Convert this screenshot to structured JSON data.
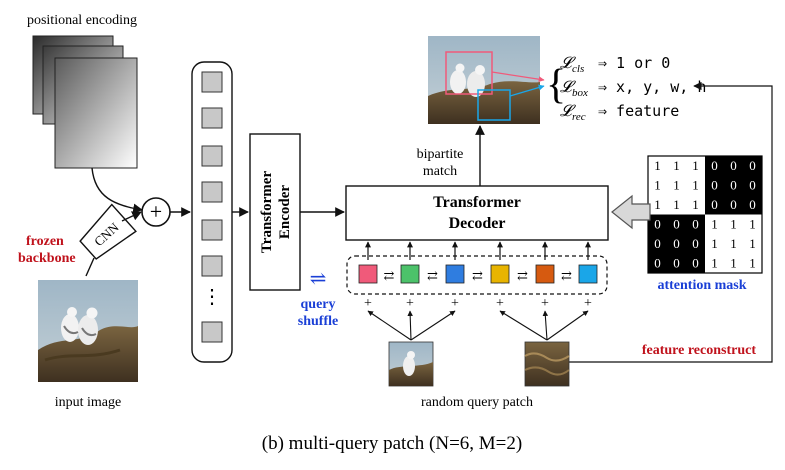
{
  "labels": {
    "positional_encoding": "positional encoding",
    "input_image": "input image",
    "frozen_line1": "frozen",
    "frozen_line2": "backbone",
    "cnn": "CNN",
    "plus": "+",
    "encoder_line1": "Transformer",
    "encoder_line2": "Encoder",
    "decoder_line1": "Transformer",
    "decoder_line2": "Decoder",
    "bipartite_line1": "bipartite",
    "bipartite_line2": "match",
    "query_line1": "query",
    "query_line2": "shuffle",
    "shuffle_symbol": "⇌",
    "random_query_patch": "random query patch",
    "feature_reconstruct": "feature reconstruct",
    "attention_mask": "attention mask",
    "caption": "(b) multi-query patch (N=6, M=2)",
    "seq_dots": "⋮"
  },
  "losses": [
    {
      "name": "𝓛",
      "sub": "cls",
      "target": "⇒ 1 or 0"
    },
    {
      "name": "𝓛",
      "sub": "box",
      "target": "⇒ x, y, w, h"
    },
    {
      "name": "𝓛",
      "sub": "rec",
      "target": "⇒ feature"
    }
  ],
  "queries": [
    {
      "color": "#f05a7a",
      "plus": "+"
    },
    {
      "color": "#4cc26a",
      "plus": "+"
    },
    {
      "color": "#2f7de0",
      "plus": "+"
    },
    {
      "color": "#e8b400",
      "plus": "+"
    },
    {
      "color": "#d65a10",
      "plus": "+"
    },
    {
      "color": "#1aa6e8",
      "plus": "+"
    }
  ],
  "swap_arrows": [
    "⇄",
    "⇄",
    "⇄",
    "⇄",
    "⇄"
  ],
  "attention_matrix": [
    [
      "1",
      "1",
      "1",
      "0",
      "0",
      "0"
    ],
    [
      "1",
      "1",
      "1",
      "0",
      "0",
      "0"
    ],
    [
      "1",
      "1",
      "1",
      "0",
      "0",
      "0"
    ],
    [
      "0",
      "0",
      "0",
      "1",
      "1",
      "1"
    ],
    [
      "0",
      "0",
      "0",
      "1",
      "1",
      "1"
    ],
    [
      "0",
      "0",
      "0",
      "1",
      "1",
      "1"
    ]
  ],
  "colors": {
    "red_label": "#c0121c",
    "blue_label": "#1a3fd6",
    "cls_box": "#f05a7a",
    "box_box": "#1aa6e8"
  }
}
